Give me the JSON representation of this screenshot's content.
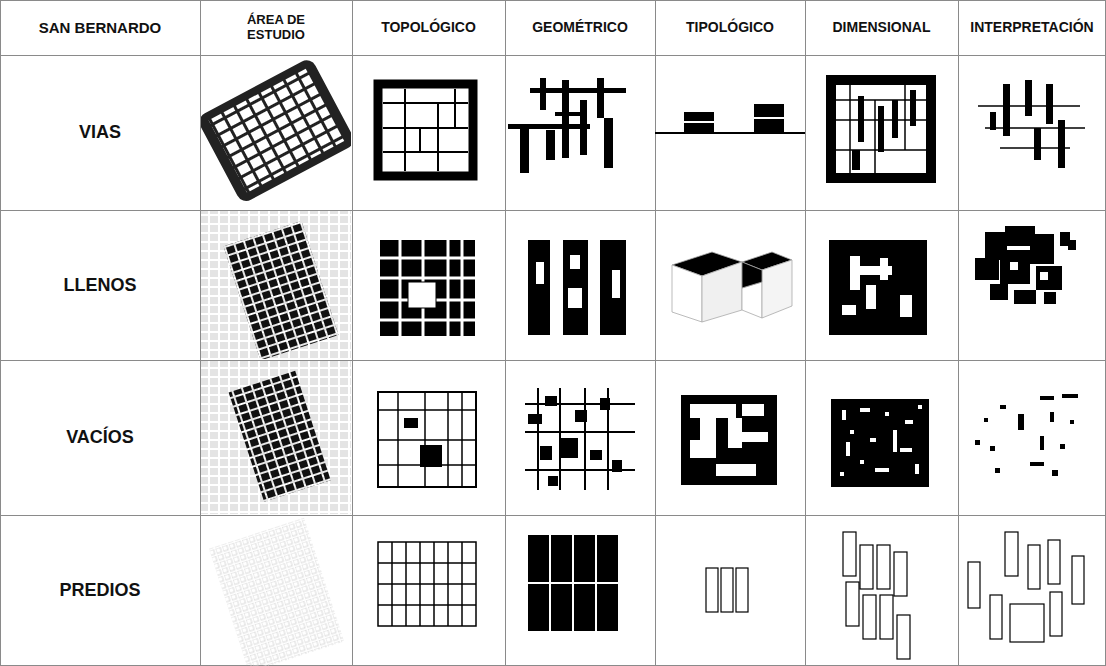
{
  "diagram": {
    "labels": [
      "SAN BERNARDO",
      "ÁREA DE ESTUDIO",
      "TOPOLÓGICO",
      "GEOMÉTRICO",
      "TIPOLÓGICO",
      "DIMENSIONAL",
      "INTERPRETACIÓN",
      "VIAS",
      "LLENOS",
      "VACÍOS",
      "PREDIOS"
    ]
  }
}
